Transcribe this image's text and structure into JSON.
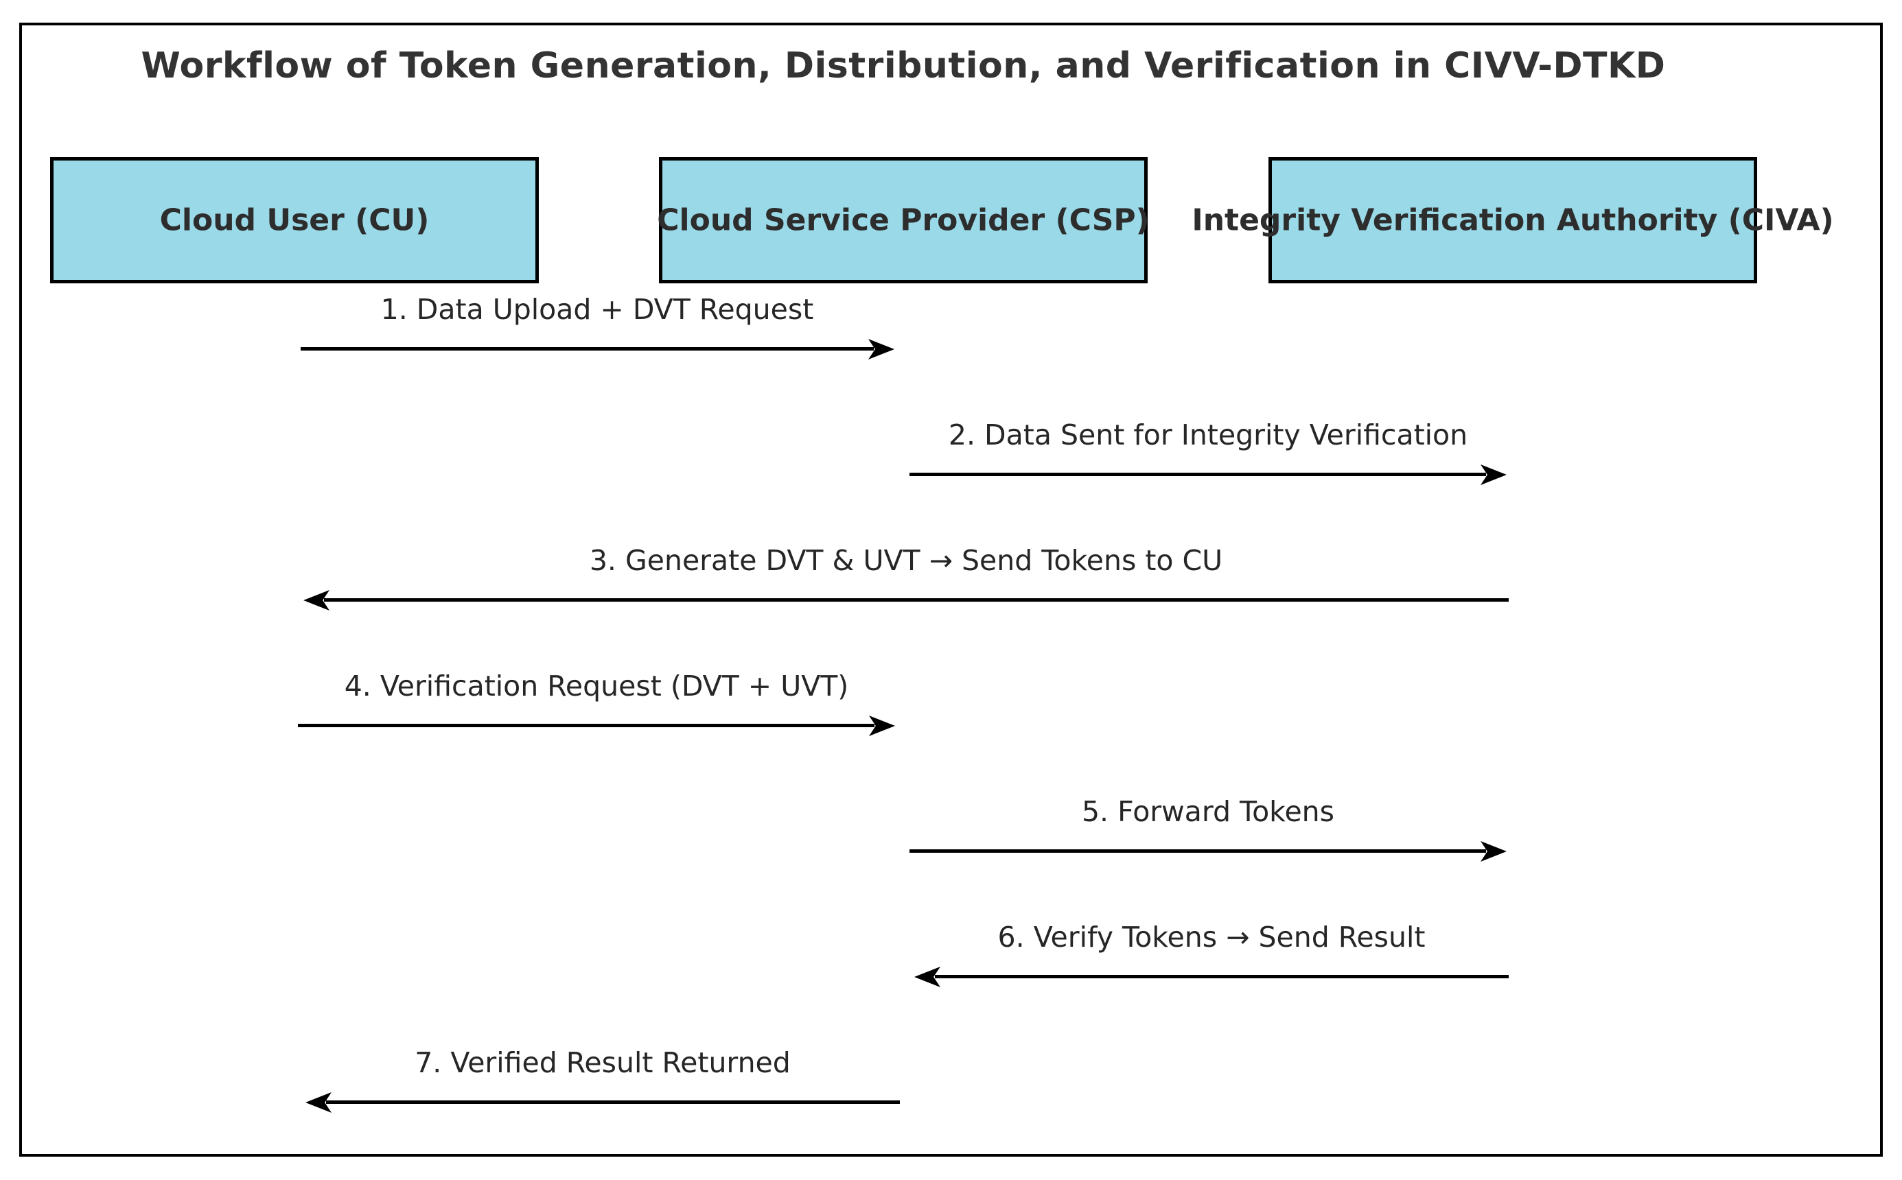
{
  "diagram": {
    "title": "Workflow of Token Generation, Distribution, and Verification in CIVV-DTKD",
    "actors": [
      {
        "id": "cu",
        "label": "Cloud User (CU)"
      },
      {
        "id": "csp",
        "label": "Cloud Service Provider (CSP)"
      },
      {
        "id": "civa",
        "label": "Integrity Verification Authority (CIVA)"
      }
    ],
    "messages": [
      {
        "step": "1",
        "label": "1. Data Upload + DVT Request",
        "from": "cu",
        "to": "csp",
        "direction": "right"
      },
      {
        "step": "2",
        "label": "2. Data Sent for Integrity Verification",
        "from": "csp",
        "to": "civa",
        "direction": "right"
      },
      {
        "step": "3",
        "label": "3. Generate DVT & UVT → Send Tokens to CU",
        "from": "civa",
        "to": "cu",
        "direction": "left"
      },
      {
        "step": "4",
        "label": "4. Verification Request (DVT + UVT)",
        "from": "cu",
        "to": "csp",
        "direction": "right"
      },
      {
        "step": "5",
        "label": "5. Forward Tokens",
        "from": "csp",
        "to": "civa",
        "direction": "right"
      },
      {
        "step": "6",
        "label": "6. Verify Tokens → Send Result",
        "from": "civa",
        "to": "csp",
        "direction": "left"
      },
      {
        "step": "7",
        "label": "7. Verified Result Returned",
        "from": "csp",
        "to": "cu",
        "direction": "left"
      }
    ],
    "colors": {
      "actor_fill": "#9ad9e7",
      "actor_border": "#000000",
      "arrow": "#000000",
      "title_text": "#333333",
      "label_text": "#262626"
    }
  }
}
